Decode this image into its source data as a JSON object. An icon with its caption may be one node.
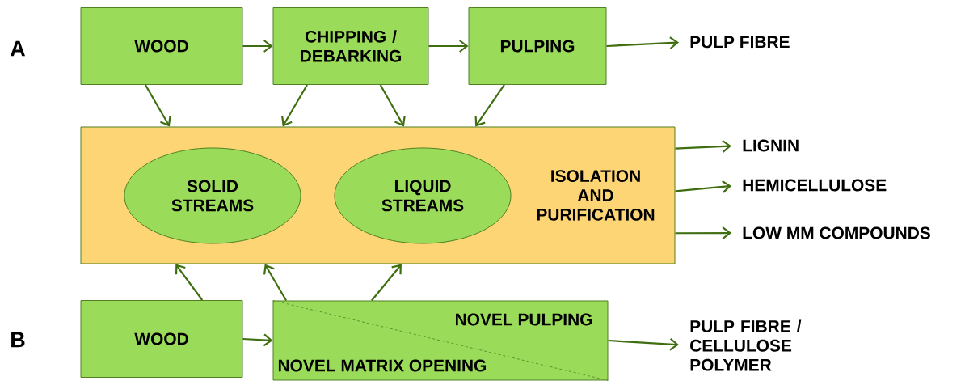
{
  "diagram": {
    "nodes": [
      {
        "text": [
          "WOOD"
        ]
      },
      {
        "text": [
          "CHIPPING / DEBARKING"
        ]
      },
      {
        "text": [
          "PULPING"
        ]
      },
      {
        "text": [
          "PULP FIBRE"
        ]
      },
      {
        "text": [
          "ISOLATION AND PURIFICATION"
        ]
      },
      {
        "text": [
          "SOLID STREAMS"
        ],
        "in": 4
      },
      {
        "text": [
          "LIQUID STREAMS"
        ],
        "in": 4
      },
      {
        "text": [
          "LIGNIN"
        ]
      },
      {
        "text": [
          "HEMICELLULOSE"
        ]
      },
      {
        "text": [
          "LOW MM COMPOUNDS"
        ]
      },
      {
        "text": [
          "WOOD"
        ]
      },
      {
        "text": [
          "NOVEL PULPING",
          "NOVEL MATRIX OPENING"
        ]
      },
      {
        "text": [
          "PULP FIBRE / CELLULOSE POLYMER"
        ]
      }
    ],
    "edges": [
      {
        "from": 0,
        "to": 1,
        "arrow": "to"
      },
      {
        "from": 1,
        "to": 2,
        "arrow": "to"
      },
      {
        "from": 2,
        "to": 3,
        "arrow": "to"
      },
      {
        "from": 0,
        "to": 4,
        "arrow": "to"
      },
      {
        "from": 1,
        "to": 4,
        "arrow": "to"
      },
      {
        "from": 1,
        "to": 4,
        "arrow": "to"
      },
      {
        "from": 2,
        "to": 4,
        "arrow": "to"
      },
      {
        "from": 4,
        "to": 7,
        "arrow": "to"
      },
      {
        "from": 4,
        "to": 8,
        "arrow": "to"
      },
      {
        "from": 4,
        "to": 9,
        "arrow": "to"
      },
      {
        "from": 10,
        "to": 4,
        "arrow": "to"
      },
      {
        "from": 11,
        "to": 4,
        "arrow": "to"
      },
      {
        "from": 11,
        "to": 4,
        "arrow": "to"
      },
      {
        "from": 10,
        "to": 11,
        "arrow": "to"
      },
      {
        "from": 11,
        "to": 12,
        "arrow": "to"
      }
    ],
    "labels": [
      "A",
      "B"
    ]
  }
}
